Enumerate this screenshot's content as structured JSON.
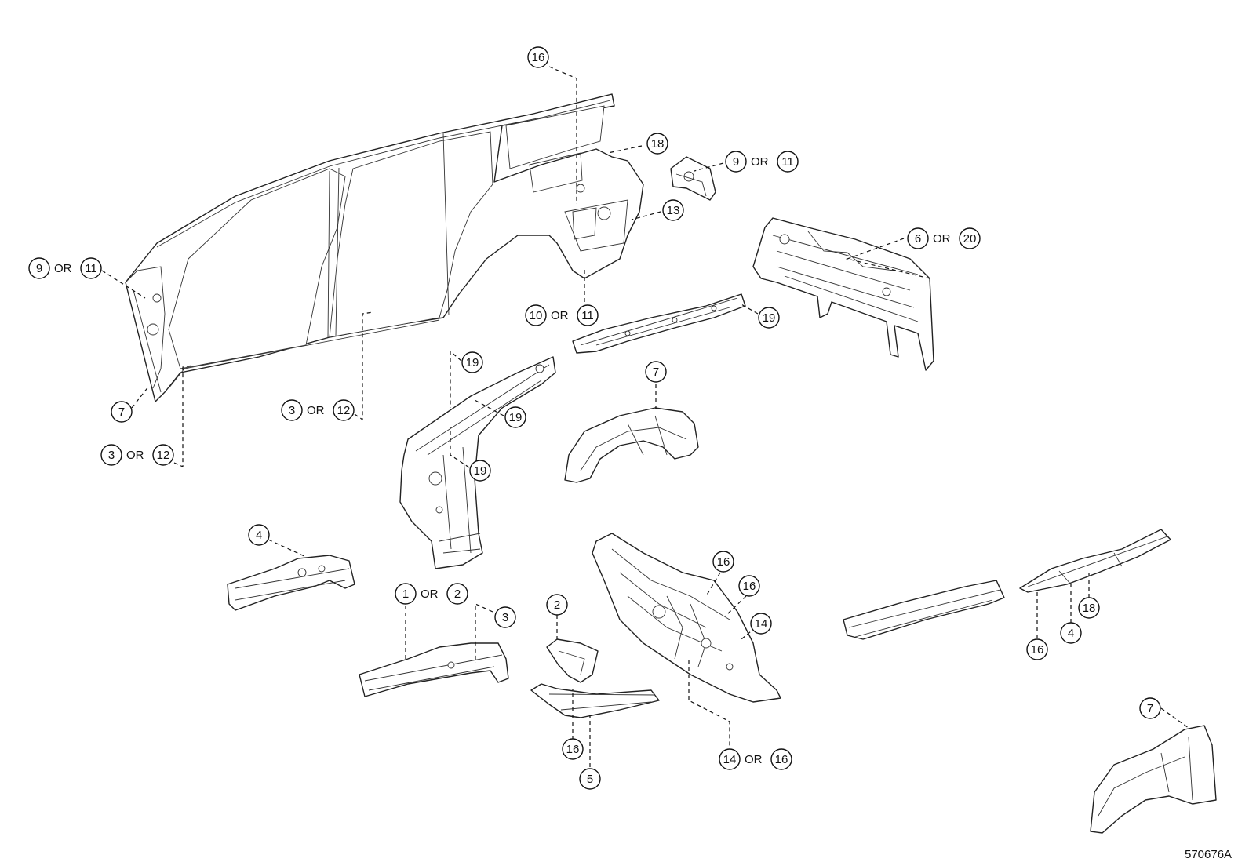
{
  "drawing_code": "570676A",
  "or_word": "OR",
  "callouts": [
    {
      "id": "c16-top",
      "parts": [
        "16"
      ]
    },
    {
      "id": "c18-top",
      "parts": [
        "18"
      ]
    },
    {
      "id": "c9or11-right",
      "parts": [
        "9",
        "11"
      ]
    },
    {
      "id": "c13",
      "parts": [
        "13"
      ]
    },
    {
      "id": "c6or20",
      "parts": [
        "6",
        "20"
      ]
    },
    {
      "id": "c9or11-left",
      "parts": [
        "9",
        "11"
      ]
    },
    {
      "id": "c10or11",
      "parts": [
        "10",
        "11"
      ]
    },
    {
      "id": "c19-a",
      "parts": [
        "19"
      ]
    },
    {
      "id": "c7-left",
      "parts": [
        "7"
      ]
    },
    {
      "id": "c3or12-mid",
      "parts": [
        "3",
        "12"
      ]
    },
    {
      "id": "c3or12-low",
      "parts": [
        "3",
        "12"
      ]
    },
    {
      "id": "c19-b",
      "parts": [
        "19"
      ]
    },
    {
      "id": "c7-mid",
      "parts": [
        "7"
      ]
    },
    {
      "id": "c19-c",
      "parts": [
        "19"
      ]
    },
    {
      "id": "c19-d",
      "parts": [
        "19"
      ]
    },
    {
      "id": "c4-left",
      "parts": [
        "4"
      ]
    },
    {
      "id": "c1or2",
      "parts": [
        "1",
        "2"
      ]
    },
    {
      "id": "c3",
      "parts": [
        "3"
      ]
    },
    {
      "id": "c2",
      "parts": [
        "2"
      ]
    },
    {
      "id": "c16-a",
      "parts": [
        "16"
      ]
    },
    {
      "id": "c16-b",
      "parts": [
        "16"
      ]
    },
    {
      "id": "c14",
      "parts": [
        "14"
      ]
    },
    {
      "id": "c16-c",
      "parts": [
        "16"
      ]
    },
    {
      "id": "c5",
      "parts": [
        "5"
      ]
    },
    {
      "id": "c14or16",
      "parts": [
        "14",
        "16"
      ]
    },
    {
      "id": "c18-right",
      "parts": [
        "18"
      ]
    },
    {
      "id": "c4-right",
      "parts": [
        "4"
      ]
    },
    {
      "id": "c16-right",
      "parts": [
        "16"
      ]
    },
    {
      "id": "c7-right",
      "parts": [
        "7"
      ]
    }
  ]
}
